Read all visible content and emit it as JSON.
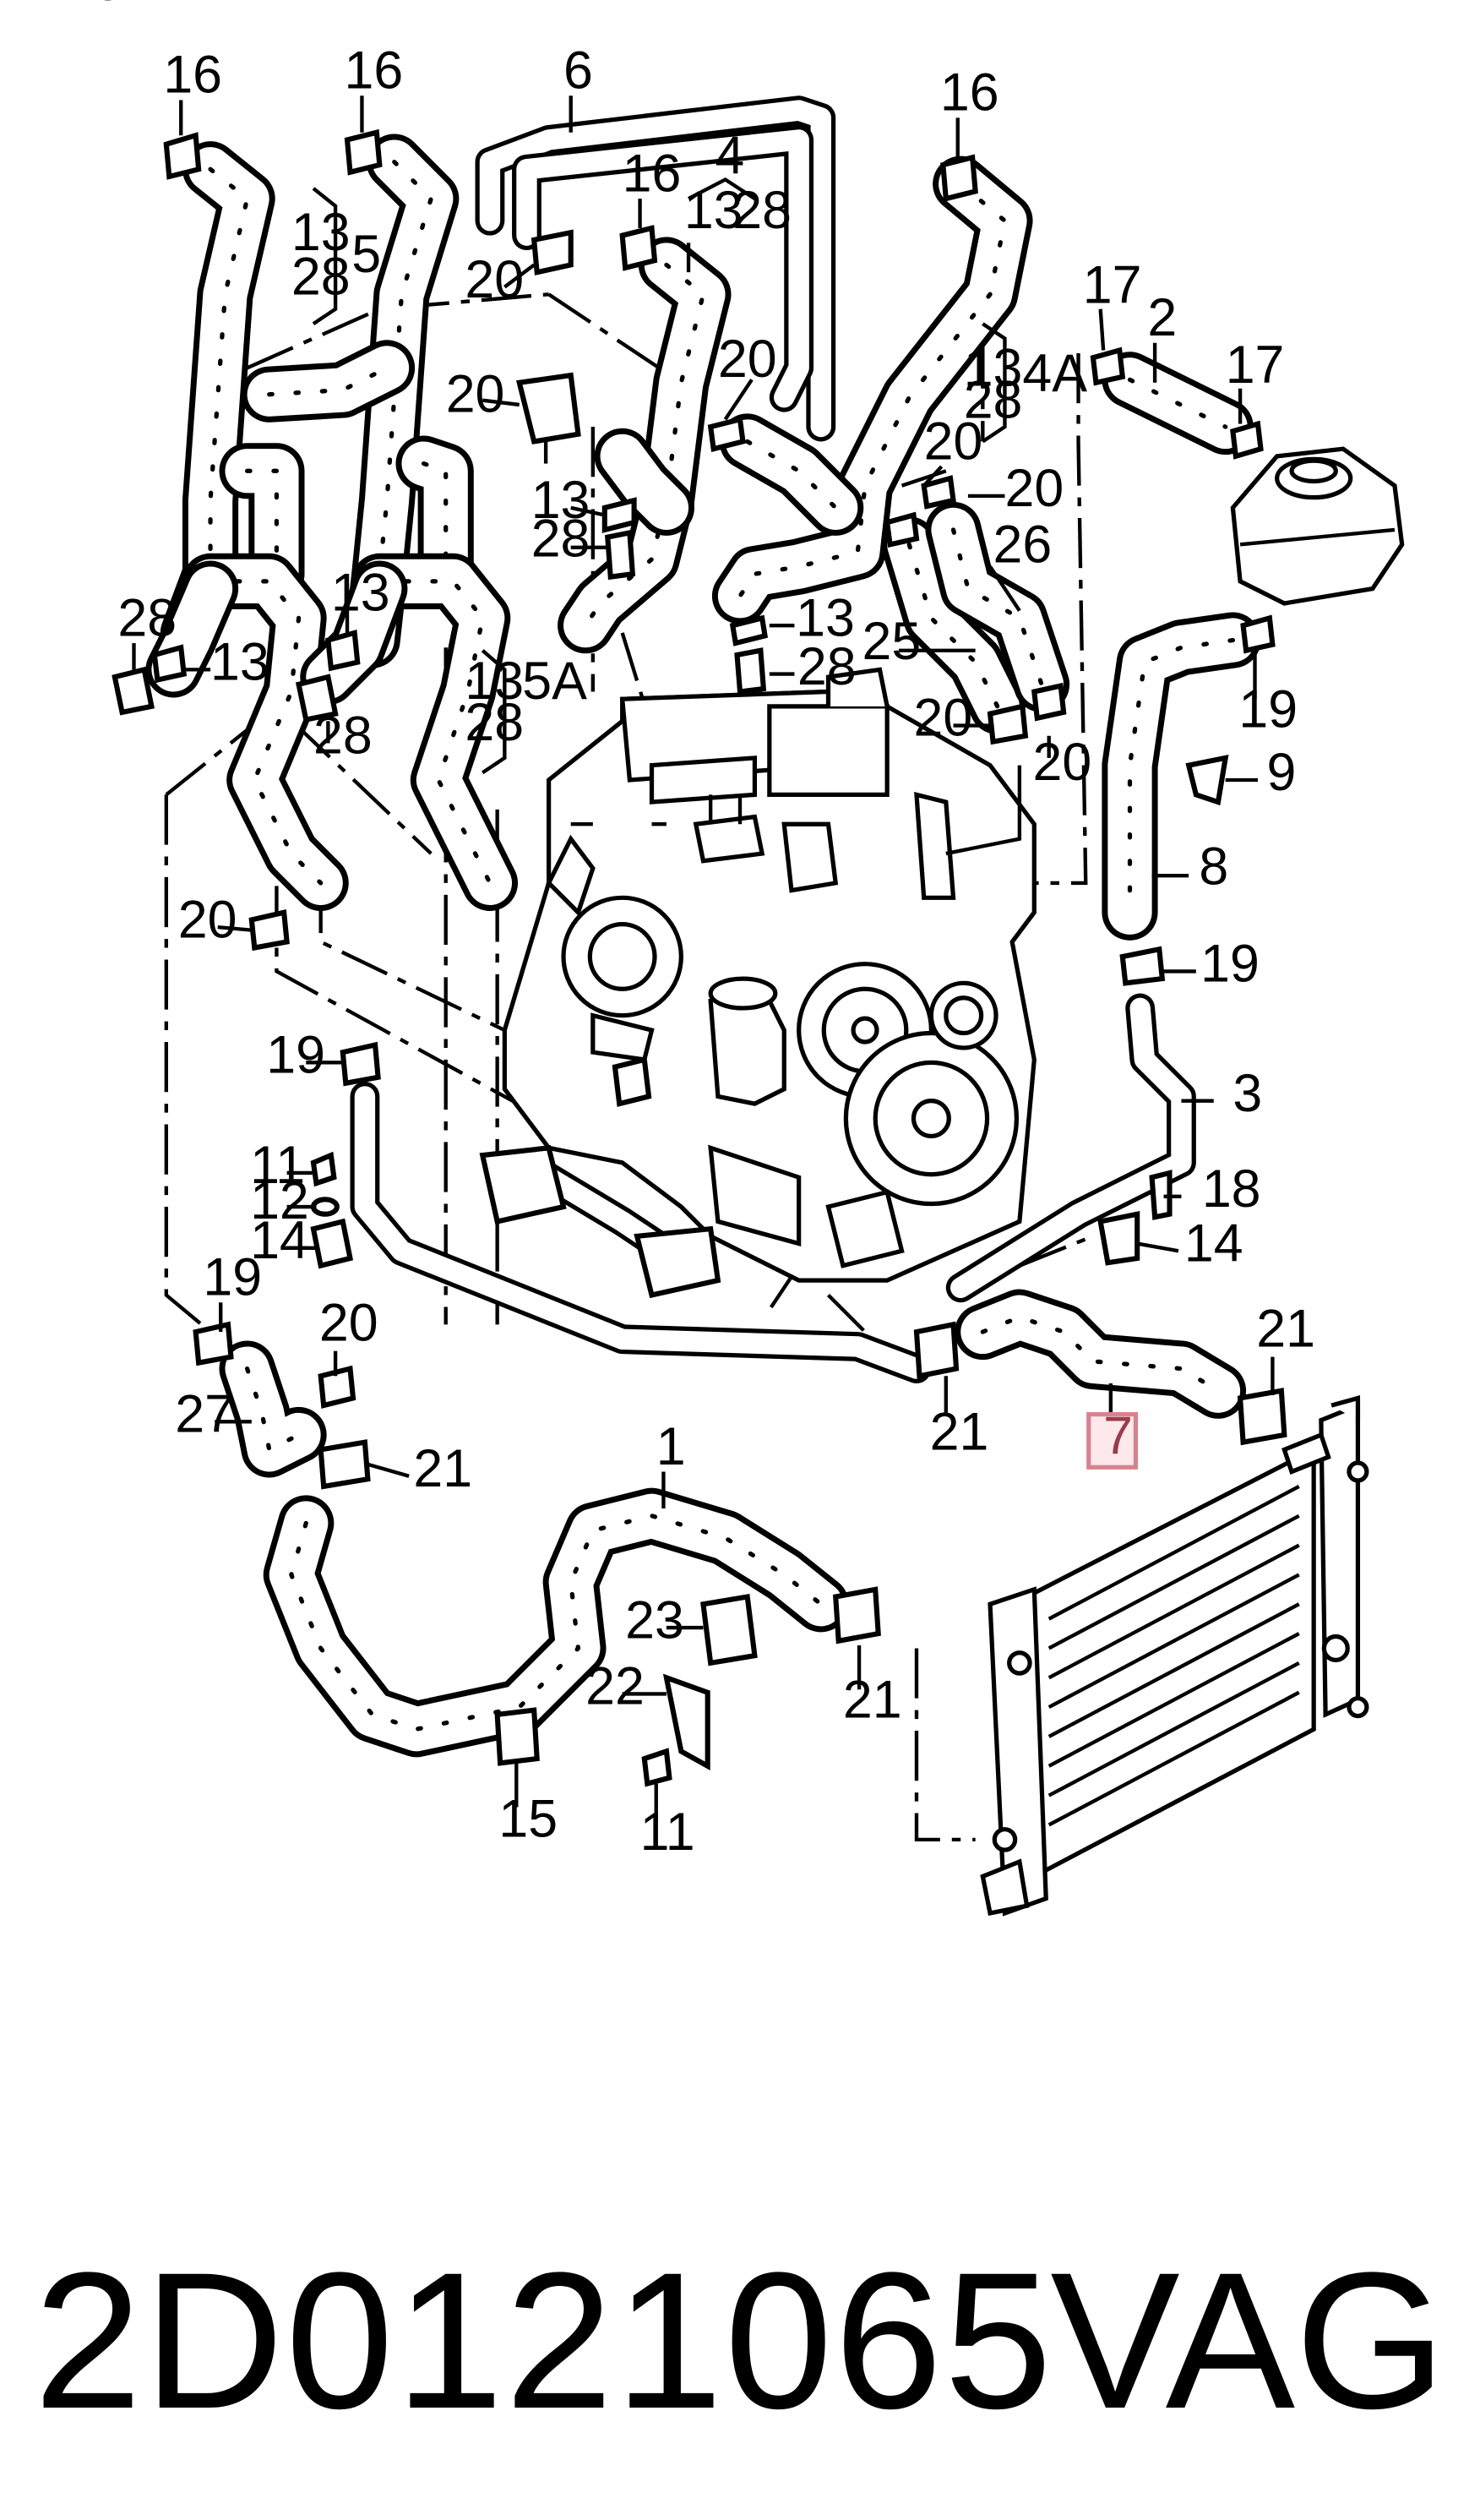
{
  "footer": {
    "part_number": "2D0121065",
    "brand": "VAG"
  },
  "callouts": [
    {
      "id": "c16a",
      "text": "16"
    },
    {
      "id": "c16b",
      "text": "16"
    },
    {
      "id": "c6",
      "text": "6"
    },
    {
      "id": "c16c",
      "text": "16"
    },
    {
      "id": "c16d",
      "text": "16"
    },
    {
      "id": "c4",
      "text": "4"
    },
    {
      "id": "c13_4",
      "text": "13"
    },
    {
      "id": "c28_4",
      "text": "28"
    },
    {
      "id": "c13_5",
      "text": "13"
    },
    {
      "id": "c28_5",
      "text": "28"
    },
    {
      "id": "c5",
      "text": "5"
    },
    {
      "id": "c20a",
      "text": "20"
    },
    {
      "id": "c20b",
      "text": "20"
    },
    {
      "id": "c20c",
      "text": "20"
    },
    {
      "id": "c13_4a",
      "text": "13"
    },
    {
      "id": "c28_4a",
      "text": "28"
    },
    {
      "id": "c4a",
      "text": "4A"
    },
    {
      "id": "c17a",
      "text": "17"
    },
    {
      "id": "c2",
      "text": "2"
    },
    {
      "id": "c17b",
      "text": "17"
    },
    {
      "id": "c20d",
      "text": "20"
    },
    {
      "id": "c20e",
      "text": "20"
    },
    {
      "id": "c13a",
      "text": "13"
    },
    {
      "id": "c28a",
      "text": "28"
    },
    {
      "id": "c28b",
      "text": "28"
    },
    {
      "id": "c13b",
      "text": "13"
    },
    {
      "id": "c13c",
      "text": "13"
    },
    {
      "id": "c13d",
      "text": "13"
    },
    {
      "id": "c13e",
      "text": "13"
    },
    {
      "id": "c26",
      "text": "26"
    },
    {
      "id": "c25",
      "text": "25"
    },
    {
      "id": "c28c",
      "text": "28"
    },
    {
      "id": "c28d",
      "text": "28"
    },
    {
      "id": "c13_5a",
      "text": "13"
    },
    {
      "id": "c5a",
      "text": "5A"
    },
    {
      "id": "c28_5a",
      "text": "28"
    },
    {
      "id": "c20f",
      "text": "20"
    },
    {
      "id": "c20g",
      "text": "20"
    },
    {
      "id": "c19a",
      "text": "19"
    },
    {
      "id": "c9",
      "text": "9"
    },
    {
      "id": "c8",
      "text": "8"
    },
    {
      "id": "c20h",
      "text": "20"
    },
    {
      "id": "c19b",
      "text": "19"
    },
    {
      "id": "c19c",
      "text": "19"
    },
    {
      "id": "c3",
      "text": "3"
    },
    {
      "id": "c11a",
      "text": "11"
    },
    {
      "id": "c12",
      "text": "12"
    },
    {
      "id": "c18",
      "text": "18"
    },
    {
      "id": "c14a",
      "text": "14"
    },
    {
      "id": "c14b",
      "text": "14"
    },
    {
      "id": "c19d",
      "text": "19"
    },
    {
      "id": "c20i",
      "text": "20"
    },
    {
      "id": "c21a",
      "text": "21"
    },
    {
      "id": "c21b",
      "text": "21"
    },
    {
      "id": "c27",
      "text": "27"
    },
    {
      "id": "c7",
      "text": "7"
    },
    {
      "id": "c21c",
      "text": "21"
    },
    {
      "id": "c1",
      "text": "1"
    },
    {
      "id": "c23",
      "text": "23"
    },
    {
      "id": "c22",
      "text": "22"
    },
    {
      "id": "c21d",
      "text": "21"
    },
    {
      "id": "c15",
      "text": "15"
    },
    {
      "id": "c11b",
      "text": "11"
    }
  ]
}
